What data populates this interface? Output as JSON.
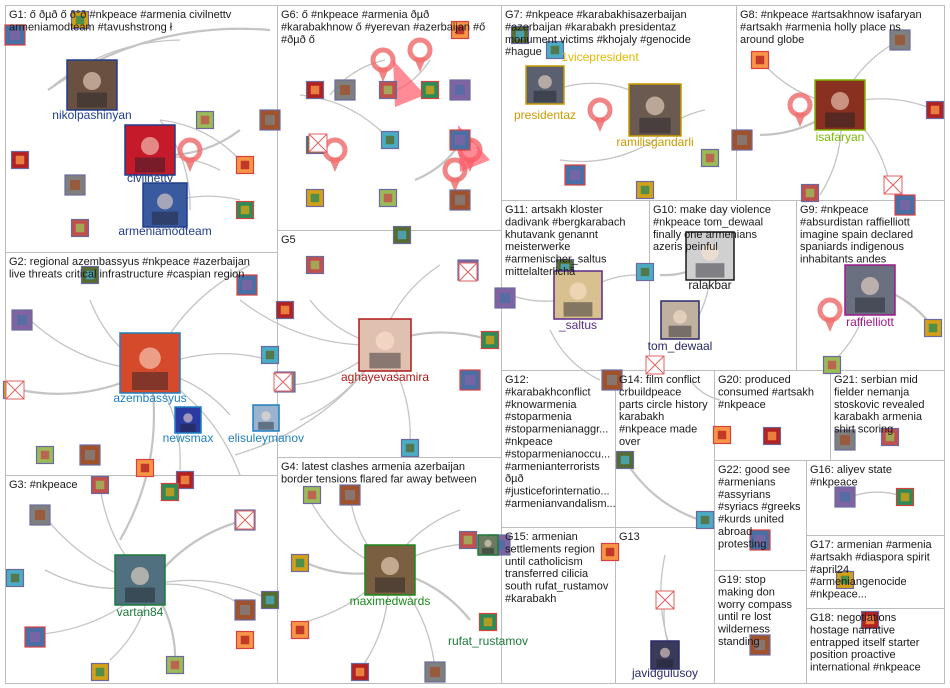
{
  "groups": [
    {
      "id": "G1",
      "lines": [
        "G1: ő ðµð ő ð°ð #nkpeace #armenia civilnettv",
        "armeniamodteam #tavushstrong ł"
      ]
    },
    {
      "id": "G2",
      "lines": [
        "G2: regional azembassyus #nkpeace #azerbaijan",
        "live threats critical infrastructure #caspian region"
      ]
    },
    {
      "id": "G3",
      "lines": [
        "G3: #nkpeace"
      ]
    },
    {
      "id": "G4",
      "lines": [
        "G4: latest clashes armenia azerbaijan",
        "border tensions flared far away between"
      ]
    },
    {
      "id": "G5",
      "lines": [
        "G5"
      ]
    },
    {
      "id": "G6",
      "lines": [
        "G6: ő #nkpeace #armenia ðµð",
        "#karabakhnow ő #yerevan #azerbaijan #ő",
        "#ðµð ő"
      ]
    },
    {
      "id": "G7",
      "lines": [
        "G7: #nkpeace #karabakhisazerbaijan",
        "#azerbaijan #karabakh presidentaz",
        "monument victims #khojaly #genocide",
        "#hague"
      ]
    },
    {
      "id": "G8",
      "lines": [
        "G8: #nkpeace #artsakhnow isafaryan",
        "#artsakh #armenia holly place ns",
        "around globe"
      ]
    },
    {
      "id": "G9",
      "lines": [
        "G9: #nkpeace",
        "#absurdistan raffielliott",
        "imagine spain declared",
        "spaniards indigenous",
        "inhabitants andes"
      ]
    },
    {
      "id": "G10",
      "lines": [
        "G10: make day violence",
        "#nkpeace tom_dewaal",
        "finally one armenians",
        "azeris peinful"
      ]
    },
    {
      "id": "G11",
      "lines": [
        "G11: artsakh kloster",
        "dadivank #bergkarabach",
        "khutavank genannt",
        "meisterwerke",
        "#armenischer_saltus",
        "mittelalterlichã"
      ]
    },
    {
      "id": "G12",
      "lines": [
        "G12:",
        "#karabakhconflict",
        "#knowarmenia",
        "#stoparmenia",
        "#stoparmenianaggr...",
        "#nkpeace",
        "#stoparmenianoccu...",
        "#armenianterrorists",
        "ðµð",
        "#justiceforinternatio...",
        "#armenianvandalism..."
      ]
    },
    {
      "id": "G13",
      "lines": [
        "G13"
      ]
    },
    {
      "id": "G14",
      "lines": [
        "G14: film conflict",
        "crbuildpeace",
        "parts circle history",
        "karabakh",
        "#nkpeace made",
        "over"
      ]
    },
    {
      "id": "G15",
      "lines": [
        "G15: armenian",
        "settlements region",
        "until catholicism",
        "transferred cilicia",
        "south rufat_rustamov",
        "#karabakh"
      ]
    },
    {
      "id": "G16",
      "lines": [
        "G16: aliyev state",
        "#nkpeace"
      ]
    },
    {
      "id": "G17",
      "lines": [
        "G17: armenian #armenia",
        "#artsakh #diaspora spirit",
        "#april24",
        "#armeniangenocide",
        "#nkpeace..."
      ]
    },
    {
      "id": "G18",
      "lines": [
        "G18: negotiations",
        "hostage narrative",
        "entrapped itself starter",
        "position proactive",
        "international #nkpeace"
      ]
    },
    {
      "id": "G19",
      "lines": [
        "G19: stop",
        "making don",
        "worry compass",
        "until re lost",
        "wilderness",
        "standing"
      ]
    },
    {
      "id": "G20",
      "lines": [
        "G20: produced",
        "consumed #artsakh",
        "#nkpeace"
      ]
    },
    {
      "id": "G21",
      "lines": [
        "G21: serbian mid",
        "fielder nemanja",
        "stoskovic revealed",
        "karabakh armenia",
        "shirt scoring"
      ]
    },
    {
      "id": "G22",
      "lines": [
        "G22: good see",
        "#armenians",
        "#assyrians",
        "#syriacs #greeks",
        "#kurds united",
        "abroad",
        "protesting"
      ]
    }
  ],
  "users": [
    {
      "name": "nikolpashinyan",
      "color": "#1f3d8c"
    },
    {
      "name": "civilnettv",
      "color": "#1f3d8c"
    },
    {
      "name": "armeniamodteam",
      "color": "#1f3d8c"
    },
    {
      "name": "azembassyus",
      "color": "#1f7fbf"
    },
    {
      "name": "newsmax",
      "color": "#1f7fbf"
    },
    {
      "name": "elisuleymanov",
      "color": "#1f7fbf"
    },
    {
      "name": "vartan84",
      "color": "#1a7a3a"
    },
    {
      "name": "aghayevasamira",
      "color": "#b01818"
    },
    {
      "name": "maximedwards",
      "color": "#1a8a1a"
    },
    {
      "name": "presidentaz",
      "color": "#c99a00"
    },
    {
      "name": "1vicepresident",
      "color": "#e6b700"
    },
    {
      "name": "ramilisgandarli",
      "color": "#c99a00"
    },
    {
      "name": "isafaryan",
      "color": "#7ab800"
    },
    {
      "name": "raffielliott",
      "color": "#9b1a8a"
    },
    {
      "name": "ralakbar",
      "color": "#1a1a1a"
    },
    {
      "name": "tom_dewaal",
      "color": "#2a2a6a"
    },
    {
      "name": "_saltus",
      "color": "#5a2a8a"
    },
    {
      "name": "rufat_rustamov",
      "color": "#1a7a3a"
    },
    {
      "name": "javidgulusoy",
      "color": "#2a2a6a"
    }
  ]
}
